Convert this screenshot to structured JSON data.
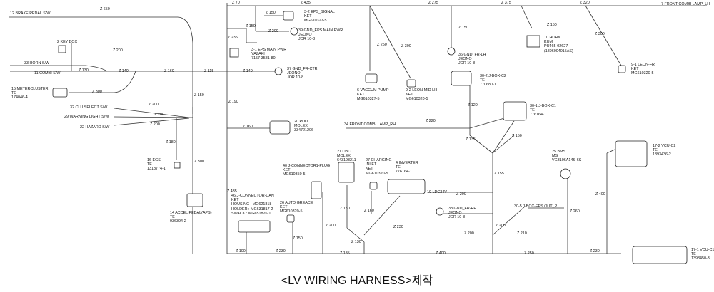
{
  "caption": "<LV WIRING HARNESS>제작",
  "endpoints": {
    "brake": "12 BRAKE PEDAL S/W",
    "front_lh": "7 FRONT COMBI LAMP_LH",
    "horn_sw": "33 HORN S/W",
    "combi_sw": "11 COMBI S/W",
    "clu": "32 CLU SELECT S/W",
    "warning": "29 WARNING LIGHT S/W",
    "hazard": "22 HAZARD S/W",
    "front_rh": "34 FRONT COMBI LAMP_RH",
    "ldc": "19 LDC24V"
  },
  "components": [
    {
      "id": "eps_signal",
      "lines": [
        "3-2 EPS_SIGNAL",
        "KET",
        "MG610327-5"
      ]
    },
    {
      "id": "gnd_eps",
      "lines": [
        "39 GND_EPS MAIN PWR",
        "JEONO",
        "JOR 10-8"
      ]
    },
    {
      "id": "eps_main",
      "lines": [
        "3-1 EPS MAIN PWR",
        "YAZAKI",
        "7157-3581-80"
      ]
    },
    {
      "id": "key_box",
      "lines": [
        "2 KEY BOX"
      ]
    },
    {
      "id": "gnd_fr_ctr",
      "lines": [
        "37 GND_FR-CTR",
        "JEONO",
        "JOR 10-8"
      ]
    },
    {
      "id": "metercluster",
      "lines": [
        "15 METERCLUSTER",
        "TE",
        "174046-4"
      ]
    },
    {
      "id": "vacuum",
      "lines": [
        "6 VACCUM PUMP",
        "KET",
        "MG610327-5"
      ]
    },
    {
      "id": "leon_mid",
      "lines": [
        "9-2 LEON-MID LH",
        "KET",
        "MG610320-5"
      ]
    },
    {
      "id": "gnd_fr_lh",
      "lines": [
        "36 GND_FR-LH",
        "JEONO",
        "JOR 10-8"
      ]
    },
    {
      "id": "jbox_c2",
      "lines": [
        "30-2 J-BOX-C2",
        "TE",
        "770680-1"
      ]
    },
    {
      "id": "horn",
      "lines": [
        "10 HORN",
        "KUM",
        "PU465-02627",
        "(1896004015AS)"
      ]
    },
    {
      "id": "leon_fr",
      "lines": [
        "9-1 LEON-FR",
        "KET",
        "MG610320-5"
      ]
    },
    {
      "id": "jbox_c1",
      "lines": [
        "30-1 J-BOX-C1",
        "TE",
        "776164-1"
      ]
    },
    {
      "id": "pdu",
      "lines": [
        "20 PDU",
        "MOLEX",
        "334721206"
      ]
    },
    {
      "id": "egs",
      "lines": [
        "16 EGS",
        "TE",
        "1318774-1"
      ]
    },
    {
      "id": "obc",
      "lines": [
        "21 OBC",
        "MOLEX",
        "643193211"
      ]
    },
    {
      "id": "charging",
      "lines": [
        "27 CHARGING",
        "INLET",
        "KET",
        "MG610320-5"
      ]
    },
    {
      "id": "inverter",
      "lines": [
        "4 INVERTER",
        "TE",
        "776164-1"
      ]
    },
    {
      "id": "bms",
      "lines": [
        "25 BMS",
        "MS",
        "VG3106A14S-6S"
      ]
    },
    {
      "id": "vcu_c2",
      "lines": [
        "17-2 VCU-C2",
        "TE",
        "1393436-2"
      ]
    },
    {
      "id": "jconn1",
      "lines": [
        "40 J-CONNECTOR1-PLUG",
        "KET",
        "MG610350-5"
      ]
    },
    {
      "id": "jconn_can",
      "lines": [
        "46 J-CONNECTOR-CAN",
        "KET",
        "HOUSING : MG621818",
        "HOLDER : MG631817-2",
        "S/PACK : MG651826-1"
      ]
    },
    {
      "id": "grease",
      "lines": [
        "26 AUTO GREACE",
        "KET",
        "MG610320-5"
      ]
    },
    {
      "id": "gnd_fr_rh",
      "lines": [
        "38 GND_FR-RH",
        "JEONO",
        "JOR 10-8"
      ]
    },
    {
      "id": "jbox_eps",
      "lines": [
        "30-5 J-BOX-EPS OUT_P"
      ]
    },
    {
      "id": "accel",
      "lines": [
        "14 ACCEL PEDAL(APS)",
        "TE",
        "936394-2"
      ]
    },
    {
      "id": "vcu_c1",
      "lines": [
        "17-1 VCU-C1",
        "TE",
        "1393450-3"
      ]
    }
  ],
  "segments": [
    {
      "id": "z650",
      "label": "Z 650"
    },
    {
      "id": "z70",
      "label": "Z 70"
    },
    {
      "id": "z435a",
      "label": "Z 435"
    },
    {
      "id": "z275",
      "label": "Z 275"
    },
    {
      "id": "z375",
      "label": "Z 375"
    },
    {
      "id": "z320",
      "label": "Z 320"
    },
    {
      "id": "z150a",
      "label": "Z 150"
    },
    {
      "id": "z150b",
      "label": "Z 150"
    },
    {
      "id": "z200a",
      "label": "Z 200"
    },
    {
      "id": "z235",
      "label": "Z 235"
    },
    {
      "id": "z250a",
      "label": "Z 250"
    },
    {
      "id": "z300a",
      "label": "Z 300"
    },
    {
      "id": "z150c",
      "label": "Z 150"
    },
    {
      "id": "z150d",
      "label": "Z 150"
    },
    {
      "id": "z300b",
      "label": "Z 300"
    },
    {
      "id": "z200b",
      "label": "Z 200"
    },
    {
      "id": "z130",
      "label": "Z 130"
    },
    {
      "id": "z140a",
      "label": "Z 140"
    },
    {
      "id": "z160a",
      "label": "Z 160"
    },
    {
      "id": "z115",
      "label": "Z 115"
    },
    {
      "id": "z140b",
      "label": "Z 140"
    },
    {
      "id": "z300c",
      "label": "Z 300"
    },
    {
      "id": "z150e",
      "label": "Z 150"
    },
    {
      "id": "z190",
      "label": "Z 190"
    },
    {
      "id": "z120",
      "label": "Z 120"
    },
    {
      "id": "z200c",
      "label": "Z 200"
    },
    {
      "id": "z200d",
      "label": "Z 200"
    },
    {
      "id": "z200e",
      "label": "Z 200"
    },
    {
      "id": "z160b",
      "label": "Z 160"
    },
    {
      "id": "z220",
      "label": "Z 220"
    },
    {
      "id": "z135",
      "label": "Z 135"
    },
    {
      "id": "z150f",
      "label": "Z 150"
    },
    {
      "id": "z180",
      "label": "Z 180"
    },
    {
      "id": "z300d",
      "label": "Z 300"
    },
    {
      "id": "z155",
      "label": "Z 155"
    },
    {
      "id": "z435b",
      "label": "Z 435"
    },
    {
      "id": "z200f",
      "label": "Z 200"
    },
    {
      "id": "z150g",
      "label": "Z 150"
    },
    {
      "id": "z160c",
      "label": "Z 160"
    },
    {
      "id": "z230a",
      "label": "Z 230"
    },
    {
      "id": "z200g",
      "label": "Z 200"
    },
    {
      "id": "z200h",
      "label": "Z 200"
    },
    {
      "id": "z260",
      "label": "Z 260"
    },
    {
      "id": "z400a",
      "label": "Z 400"
    },
    {
      "id": "z150h",
      "label": "Z 150"
    },
    {
      "id": "z200i",
      "label": "Z 200"
    },
    {
      "id": "z130b",
      "label": "Z 130"
    },
    {
      "id": "z210",
      "label": "Z 210"
    },
    {
      "id": "z100",
      "label": "Z 100"
    },
    {
      "id": "z230b",
      "label": "Z 230"
    },
    {
      "id": "z185",
      "label": "Z 185"
    },
    {
      "id": "z400b",
      "label": "Z 400"
    },
    {
      "id": "z250b",
      "label": "Z 250"
    },
    {
      "id": "z230c",
      "label": "Z 230"
    }
  ]
}
